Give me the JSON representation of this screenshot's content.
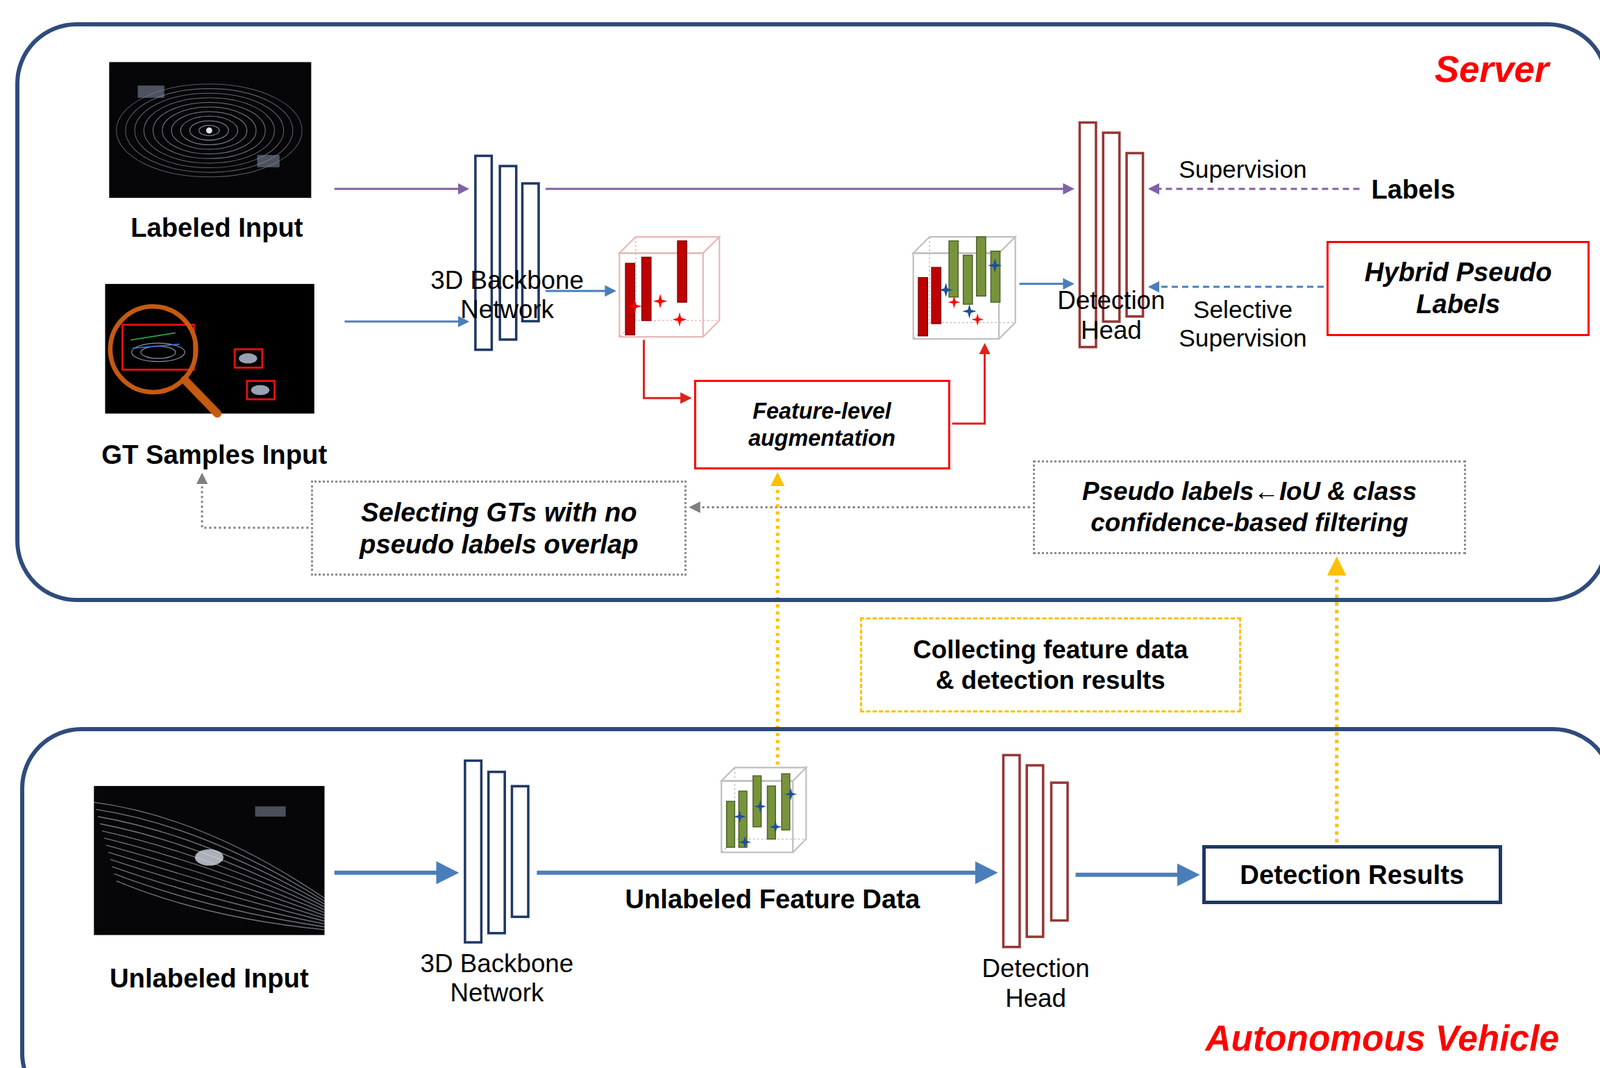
{
  "diagram": {
    "nodes": [
      {
        "text": [
          "Server"
        ]
      },
      {
        "text": [
          "Labeled Input"
        ],
        "in": 0
      },
      {
        "text": [
          "GT Samples Input"
        ],
        "in": 0
      },
      {
        "text": [
          "3D Backbone Network"
        ],
        "in": 0
      },
      {
        "text": [
          "Detection Head"
        ],
        "in": 0
      },
      {
        "text": [
          "Labels"
        ],
        "in": 0
      },
      {
        "text": [
          "Hybrid Pseudo Labels"
        ],
        "in": 0
      },
      {
        "text": [
          "Feature-level augmentation"
        ],
        "in": 0
      },
      {
        "text": [
          "Selecting GTs with no pseudo labels overlap"
        ],
        "in": 0
      },
      {
        "text": [
          "Pseudo labels←IoU & class confidence-based filtering"
        ],
        "in": 0
      },
      {
        "text": [
          "Collecting feature data & detection results"
        ]
      },
      {
        "text": [
          "Autonomous Vehicle"
        ]
      },
      {
        "text": [
          "Unlabeled Input"
        ],
        "in": 11
      },
      {
        "text": [
          "3D Backbone Network"
        ],
        "in": 11
      },
      {
        "text": [
          "Detection Head"
        ],
        "in": 11
      },
      {
        "text": [
          "Detection Results"
        ],
        "in": 11
      }
    ],
    "edges": [
      {
        "from": 1,
        "to": 3,
        "arrow": "to"
      },
      {
        "from": 2,
        "to": 3,
        "arrow": "to"
      },
      {
        "from": 3,
        "to": 4,
        "arrow": "to"
      },
      {
        "from": 5,
        "to": 4,
        "label": "Supervision",
        "arrow": "to"
      },
      {
        "from": 6,
        "to": 4,
        "label": "Selective Supervision",
        "arrow": "to"
      },
      {
        "from": 3,
        "to": 7,
        "arrow": "to"
      },
      {
        "from": 7,
        "to": 4,
        "arrow": "to"
      },
      {
        "from": 9,
        "to": 8,
        "arrow": "to"
      },
      {
        "from": 8,
        "to": 2,
        "arrow": "to"
      },
      {
        "from": 12,
        "to": 13,
        "arrow": "to"
      },
      {
        "from": 13,
        "to": 14,
        "label": "Unlabeled Feature Data",
        "arrow": "to"
      },
      {
        "from": 14,
        "to": 15,
        "arrow": "to"
      },
      {
        "from": 15,
        "to": 9,
        "arrow": "to"
      }
    ]
  }
}
